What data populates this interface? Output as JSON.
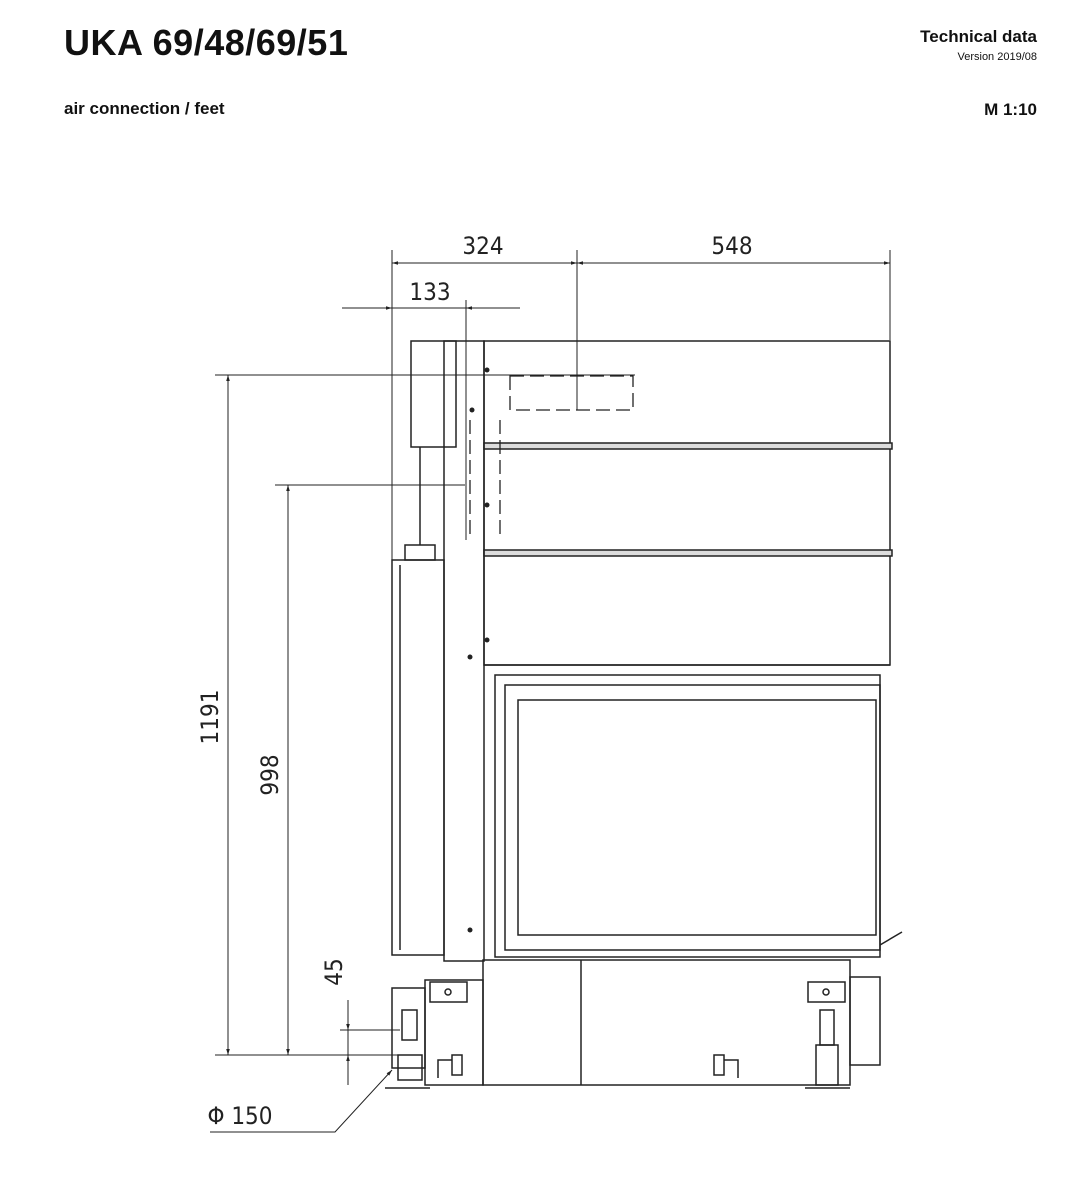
{
  "header": {
    "title": "UKA 69/48/69/51",
    "subtitle": "air connection / feet",
    "doc_type": "Technical data",
    "version": "Version 2019/08",
    "scale": "M 1:10"
  },
  "dimensions": {
    "width_left": "324",
    "width_right": "548",
    "air_offset": "133",
    "height_total": "1191",
    "height_air": "998",
    "feet_height": "45",
    "diameter": "Φ 150"
  }
}
